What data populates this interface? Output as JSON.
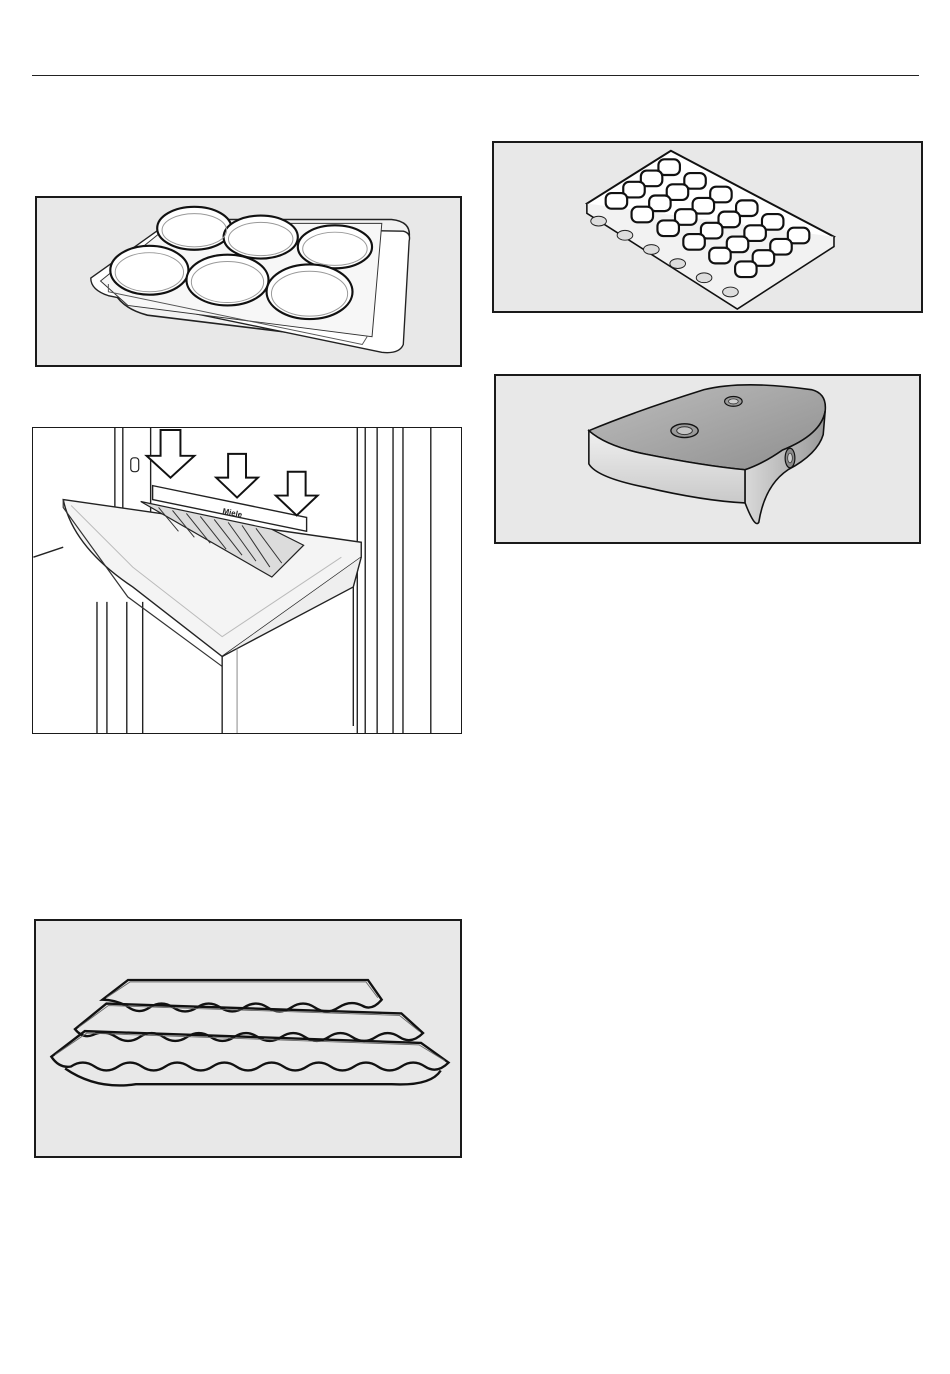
{
  "figures": [
    {
      "id": "egg-dish",
      "icon": "egg-tray-illustration"
    },
    {
      "id": "shelf-insert",
      "icon": "door-shelf-divider-illustration"
    },
    {
      "id": "bottle-rack",
      "icon": "bottle-rack-illustration"
    },
    {
      "id": "ice-cube-tray",
      "icon": "ice-cube-tray-illustration"
    },
    {
      "id": "cooling-pack",
      "icon": "cooling-pack-illustration"
    }
  ],
  "shelf_insert": {
    "brand_mark": "Miele"
  },
  "colors": {
    "panel_background": "#e8e8e8",
    "outline": "#1a1a1a"
  }
}
